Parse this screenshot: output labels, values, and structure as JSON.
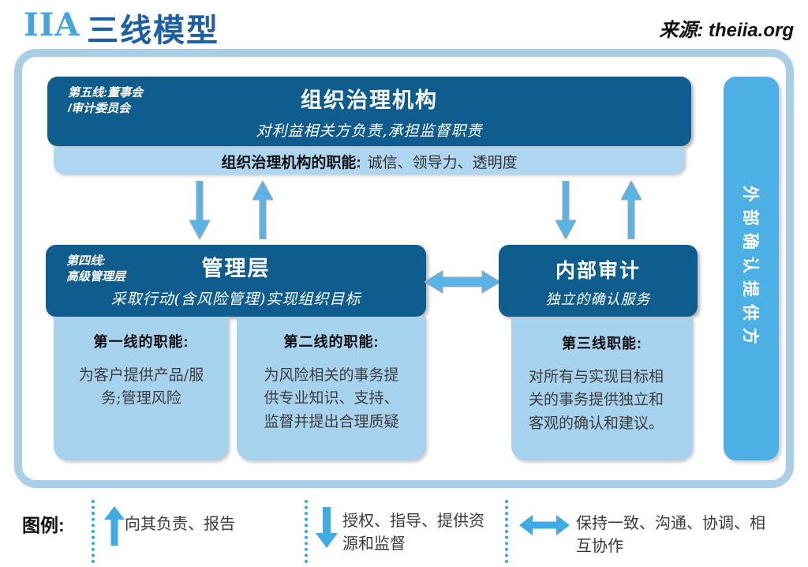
{
  "header": {
    "logo": "IIA",
    "title": "三线模型",
    "source": "来源: theiia.org"
  },
  "governance": {
    "label_line1": "第五线:董事会",
    "label_line2": "/审计委员会",
    "title": "组织治理机构",
    "subtitle": "对利益相关方负责,承担监督职责",
    "functions_bold": "组织治理机构的职能:",
    "functions_rest": "诚信、领导力、透明度"
  },
  "management": {
    "label_line1": "第四线:",
    "label_line2": "高级管理层",
    "title": "管理层",
    "subtitle": "采取行动(含风险管理)实现组织目标"
  },
  "internal_audit": {
    "title": "内部审计",
    "subtitle": "独立的确认服务"
  },
  "columns": [
    {
      "heading": "第一线的职能:",
      "body": "为客户提供产品/服务;管理风险"
    },
    {
      "heading": "第二线的职能:",
      "body": "为风险相关的事务提供专业知识、支持、监督并提出合理质疑"
    },
    {
      "heading": "第三线职能:",
      "body": "对所有与实现目标相关的事务提供独立和客观的确认和建议。"
    }
  ],
  "external": {
    "label": "外部确认提供方"
  },
  "legend": {
    "label": "图例:",
    "items": [
      {
        "icon": "up-arrow-icon",
        "text": "向其负责、报告"
      },
      {
        "icon": "down-arrow-icon",
        "text": "授权、指导、提供资源和监督"
      },
      {
        "icon": "double-arrow-icon",
        "text": "保持一致、沟通、协调、相互协作"
      }
    ]
  },
  "colors": {
    "dark_blue": "#0f5d8f",
    "light_column": "#a6d2ed",
    "function_bar": "#aed6f0",
    "frame_border": "#a9cfe8",
    "arrow_blue": "#58b3e6",
    "side_bar": "#4db0e4",
    "logo_blue": "#45a6dd",
    "title_blue": "#1e5fa3"
  }
}
